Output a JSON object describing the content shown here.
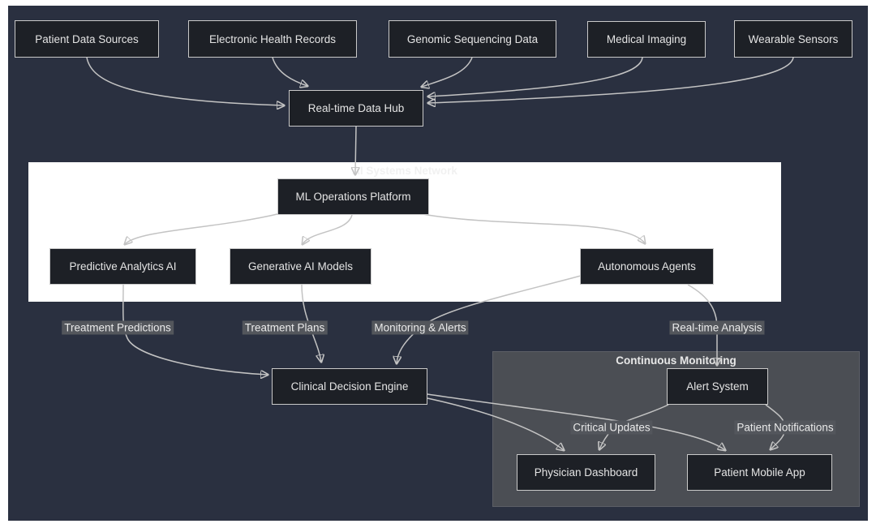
{
  "diagram_type": "flowchart",
  "colors": {
    "page_bg": "#ffffff",
    "canvas_bg": "#2a3040",
    "node_fill": "#1d2026",
    "node_border": "#c9c9c9",
    "node_text": "#e4e4e4",
    "edge_color": "#c3c3c3",
    "edge_label_bg": "#53565c",
    "edge_label_text": "#eaeaea",
    "subgraph_ai_fill": "#ffffff",
    "subgraph_monitoring_fill": "#4b4e54"
  },
  "nodes": {
    "patient_data_sources": "Patient Data Sources",
    "electronic_health_records": "Electronic Health Records",
    "genomic_sequencing_data": "Genomic Sequencing Data",
    "medical_imaging": "Medical Imaging",
    "wearable_sensors": "Wearable Sensors",
    "realtime_data_hub": "Real-time Data Hub",
    "ml_operations_platform": "ML Operations Platform",
    "predictive_analytics_ai": "Predictive Analytics AI",
    "generative_ai_models": "Generative AI Models",
    "autonomous_agents": "Autonomous Agents",
    "clinical_decision_engine": "Clinical Decision Engine",
    "alert_system": "Alert System",
    "physician_dashboard": "Physician Dashboard",
    "patient_mobile_app": "Patient Mobile App"
  },
  "subgraphs": {
    "ai_systems": "AI Systems Network",
    "continuous_monitoring": "Continuous Monitoring"
  },
  "edge_labels": {
    "treatment_predictions": "Treatment Predictions",
    "treatment_plans": "Treatment Plans",
    "monitoring_alerts": "Monitoring & Alerts",
    "realtime_analysis": "Real-time Analysis",
    "critical_updates": "Critical Updates",
    "patient_notifications": "Patient Notifications"
  },
  "edges": [
    {
      "from": "Patient Data Sources",
      "to": "Real-time Data Hub",
      "label": ""
    },
    {
      "from": "Electronic Health Records",
      "to": "Real-time Data Hub",
      "label": ""
    },
    {
      "from": "Genomic Sequencing Data",
      "to": "Real-time Data Hub",
      "label": ""
    },
    {
      "from": "Medical Imaging",
      "to": "Real-time Data Hub",
      "label": ""
    },
    {
      "from": "Wearable Sensors",
      "to": "Real-time Data Hub",
      "label": ""
    },
    {
      "from": "Real-time Data Hub",
      "to": "ML Operations Platform",
      "label": ""
    },
    {
      "from": "ML Operations Platform",
      "to": "Predictive Analytics AI",
      "label": ""
    },
    {
      "from": "ML Operations Platform",
      "to": "Generative AI Models",
      "label": ""
    },
    {
      "from": "ML Operations Platform",
      "to": "Autonomous Agents",
      "label": ""
    },
    {
      "from": "Predictive Analytics AI",
      "to": "Clinical Decision Engine",
      "label": "Treatment Predictions"
    },
    {
      "from": "Generative AI Models",
      "to": "Clinical Decision Engine",
      "label": "Treatment Plans"
    },
    {
      "from": "Autonomous Agents",
      "to": "Clinical Decision Engine",
      "label": "Monitoring & Alerts"
    },
    {
      "from": "Autonomous Agents",
      "to": "Alert System",
      "label": "Real-time Analysis"
    },
    {
      "from": "Clinical Decision Engine",
      "to": "Physician Dashboard",
      "label": ""
    },
    {
      "from": "Clinical Decision Engine",
      "to": "Patient Mobile App",
      "label": ""
    },
    {
      "from": "Alert System",
      "to": "Physician Dashboard",
      "label": "Critical Updates"
    },
    {
      "from": "Alert System",
      "to": "Patient Mobile App",
      "label": "Patient Notifications"
    }
  ]
}
